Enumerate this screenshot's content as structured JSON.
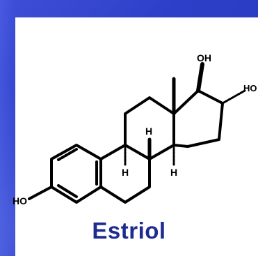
{
  "slide": {
    "background_color": "#2d3fc8",
    "panel_color": "#ffffff",
    "title_color": "#1d2c8f"
  },
  "molecule": {
    "name": "Estriol",
    "labels": {
      "oh_17": "OH",
      "oh_16": "HO",
      "oh_3": "HO",
      "h_9": "H",
      "h_8": "H",
      "h_14": "H"
    }
  }
}
